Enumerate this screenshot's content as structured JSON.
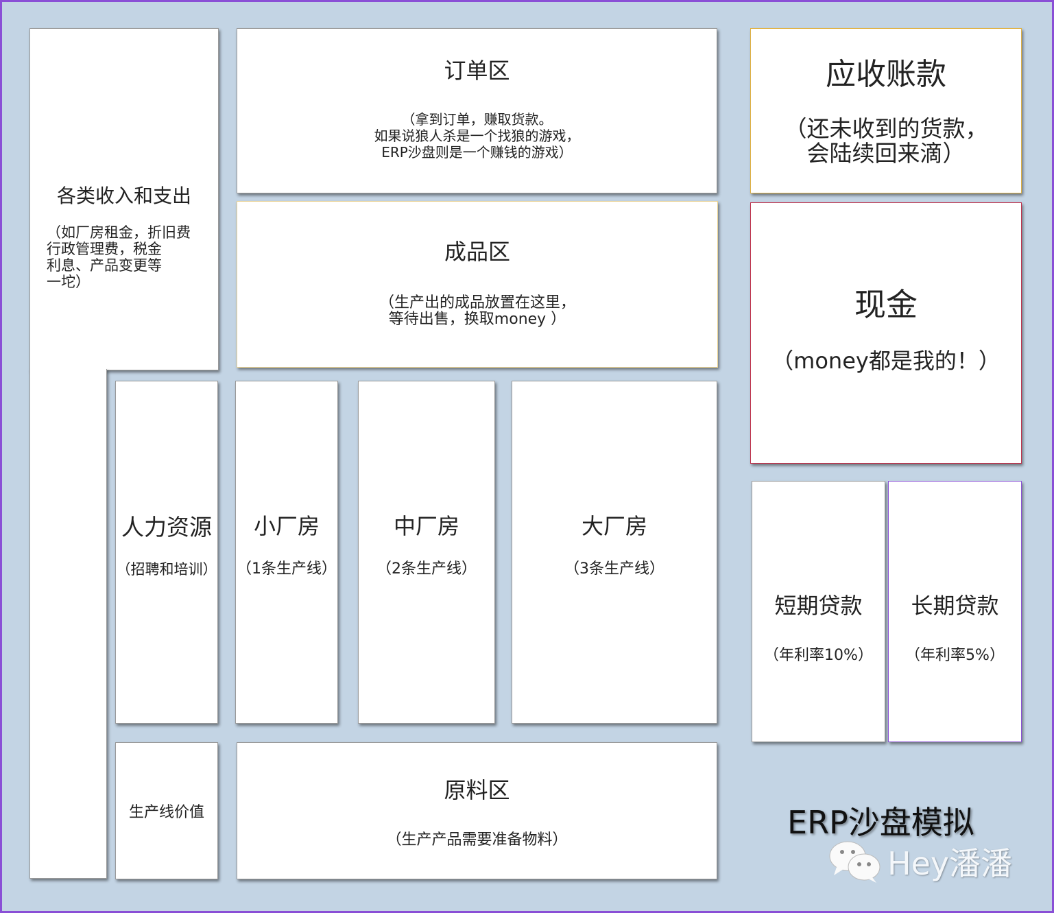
{
  "expenses": {
    "title": "各类收入和支出",
    "sub": "（如厂房租金，折旧费\n行政管理费，税金\n利息、产品变更等\n一坨）"
  },
  "orders": {
    "title": "订单区",
    "sub": "（拿到订单，赚取货款。\n如果说狼人杀是一个找狼的游戏，\nERP沙盘则是一个赚钱的游戏）"
  },
  "receivables": {
    "title": "应收账款",
    "sub": "（还未收到的货款，\n会陆续回来滴）"
  },
  "finished": {
    "title": "成品区",
    "sub": "（生产出的成品放置在这里，\n等待出售，换取money ）"
  },
  "cash": {
    "title": "现金",
    "sub": "（money都是我的！）"
  },
  "hr": {
    "title": "人力资源",
    "sub": "（招聘和培训）"
  },
  "small_plant": {
    "title": "小厂房",
    "sub": "（1条生产线）"
  },
  "mid_plant": {
    "title": "中厂房",
    "sub": "（2条生产线）"
  },
  "big_plant": {
    "title": "大厂房",
    "sub": "（3条生产线）"
  },
  "short_loan": {
    "title": "短期贷款",
    "sub": "（年利率10%）"
  },
  "long_loan": {
    "title": "长期贷款",
    "sub": "（年利率5%）"
  },
  "line_value": {
    "title": "生产线价值"
  },
  "materials": {
    "title": "原料区",
    "sub": "（生产产品需要准备物料）"
  },
  "brand": {
    "title": "ERP沙盘模拟",
    "watermark": "Hey潘潘"
  },
  "colors": {
    "background": "#c3d4e4",
    "frame": "#8a4fd6",
    "receivables_border": "#e0b040",
    "cash_border": "#c0304a",
    "long_loan_border": "#8a4fd6"
  }
}
